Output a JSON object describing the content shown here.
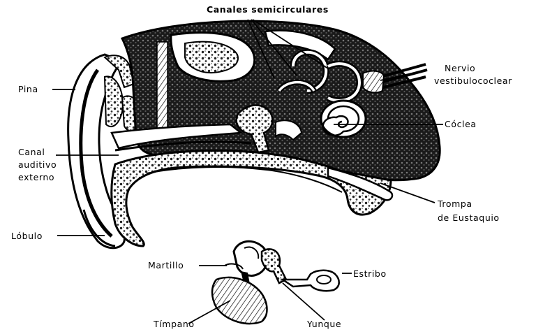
{
  "labels": {
    "canales": "Canales semicirculares",
    "nervio_1": "Nervio",
    "nervio_2": "vestibulococlear",
    "pina": "Pina",
    "coclea": "Cóclea",
    "canal_1": "Canal",
    "canal_2": "auditivo",
    "canal_3": "externo",
    "trompa_1": "Trompa",
    "trompa_2": "de Eustaquio",
    "lobulo": "Lóbulo",
    "martillo": "Martillo",
    "estribo": "Estribo",
    "timpano": "Tímpano",
    "yunque": "Yunque"
  }
}
